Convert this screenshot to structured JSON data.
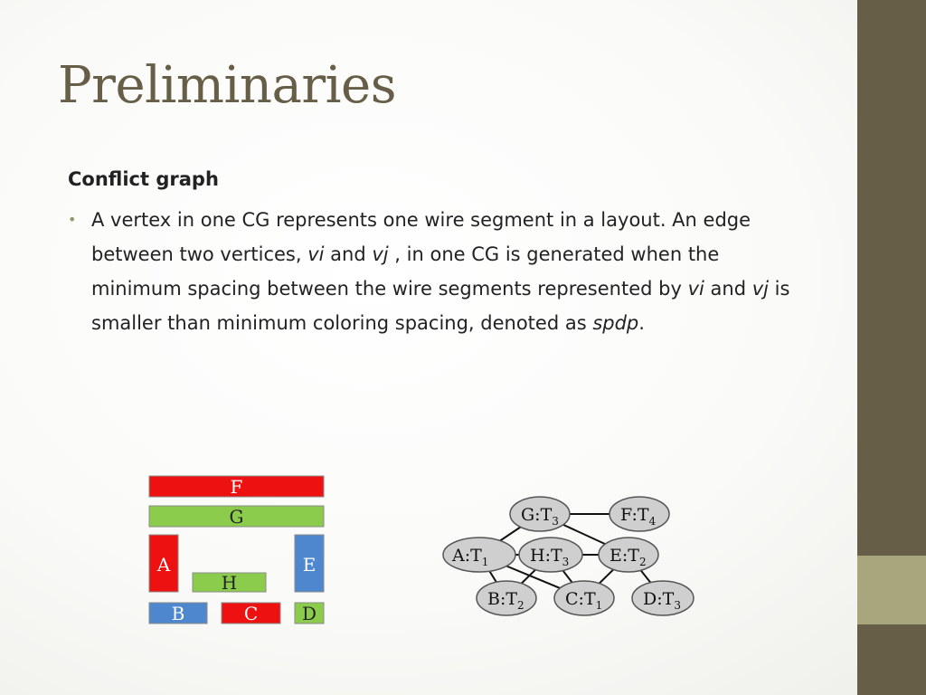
{
  "slide": {
    "title": "Preliminaries",
    "heading": "Conflict graph",
    "bullet": {
      "t1": "A vertex in one CG represents one wire segment in a layout. An edge between two vertices, ",
      "vi": "vi",
      "t2": " and ",
      "vj": "vj",
      "t3": " , in one CG is generated when the minimum spacing between the wire segments represented by ",
      "vi2": "vi",
      "t4": " and ",
      "vj2": "vj",
      "t5": " is smaller than minimum coloring spacing, denoted as ",
      "spdp": "spdp",
      "t6": "."
    }
  },
  "layout_diagram": {
    "colors": {
      "red": "#ee1111",
      "green": "#8ccc4c",
      "blue": "#4f87cf"
    },
    "blocks": [
      {
        "id": "F",
        "label": "F",
        "color": "red"
      },
      {
        "id": "G",
        "label": "G",
        "color": "green"
      },
      {
        "id": "A",
        "label": "A",
        "color": "red"
      },
      {
        "id": "H",
        "label": "H",
        "color": "green"
      },
      {
        "id": "E",
        "label": "E",
        "color": "blue"
      },
      {
        "id": "B",
        "label": "B",
        "color": "blue"
      },
      {
        "id": "C",
        "label": "C",
        "color": "red"
      },
      {
        "id": "D",
        "label": "D",
        "color": "green"
      }
    ]
  },
  "conflict_graph": {
    "nodes": [
      {
        "id": "G",
        "label": "G:T",
        "sub": "3"
      },
      {
        "id": "F",
        "label": "F:T",
        "sub": "4"
      },
      {
        "id": "A",
        "label": "A:T",
        "sub": "1"
      },
      {
        "id": "H",
        "label": "H:T",
        "sub": "3"
      },
      {
        "id": "E",
        "label": "E:T",
        "sub": "2"
      },
      {
        "id": "B",
        "label": "B:T",
        "sub": "2"
      },
      {
        "id": "C",
        "label": "C:T",
        "sub": "1"
      },
      {
        "id": "D",
        "label": "D:T",
        "sub": "3"
      }
    ],
    "edges": [
      [
        "G",
        "F"
      ],
      [
        "G",
        "A"
      ],
      [
        "G",
        "E"
      ],
      [
        "A",
        "H"
      ],
      [
        "H",
        "E"
      ],
      [
        "A",
        "B"
      ],
      [
        "A",
        "C"
      ],
      [
        "H",
        "B"
      ],
      [
        "H",
        "C"
      ],
      [
        "E",
        "C"
      ],
      [
        "E",
        "D"
      ]
    ]
  }
}
